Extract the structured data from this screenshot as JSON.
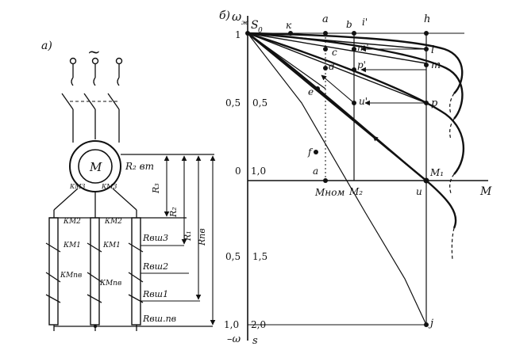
{
  "panel_a": {
    "label": "а)",
    "ac_symbol": "~",
    "motor_label": "M",
    "rotor_resistance": "R₂ вт",
    "contactor_km3_left": "КМ3",
    "contactor_km3_right": "КМ3",
    "contactor_km2_left": "КМ2",
    "contactor_km2_right": "КМ2",
    "contactor_km1_left": "КМ1",
    "contactor_km1_right": "КМ1",
    "contactor_kmpv_left": "КМпв",
    "contactor_kmpv_right": "КМпв",
    "r_ad3": "Rвш3",
    "r_ad2": "Rвш2",
    "r_ad1": "Rвш1",
    "r_adpv": "Rвш.пв",
    "r3": "R₃",
    "r2": "R₂",
    "r1": "R₁",
    "r_pv": "Rпв"
  },
  "panel_b": {
    "label": "б)",
    "y_axis_symbol": "ω",
    "y_axis_subscript": "ж",
    "slip_symbol": "S",
    "slip_subscript": "0",
    "x_axis_symbol": "M",
    "omega_ticks": [
      "1",
      "0,5",
      "0",
      "0,5",
      "1,0"
    ],
    "slip_ticks": [
      "0,5",
      "1,0",
      "1,5",
      "2,0"
    ],
    "bottom_omega_label": "–ω",
    "bottom_slip_label": "s",
    "m_nom_label": "Mном",
    "m2_label": "M₂",
    "m1_label": "M₁",
    "point_labels": {
      "k": "к",
      "a_top": "a",
      "b": "b",
      "i_prime": "i'",
      "h": "h",
      "c": "c",
      "m_prime": "m'",
      "l": "l",
      "d": "d",
      "p_prime": "p'",
      "m": "m",
      "e": "e",
      "u_prime": "u'",
      "p": "p",
      "f": "f",
      "a_bottom": "a",
      "u": "u",
      "j": "j"
    }
  }
}
